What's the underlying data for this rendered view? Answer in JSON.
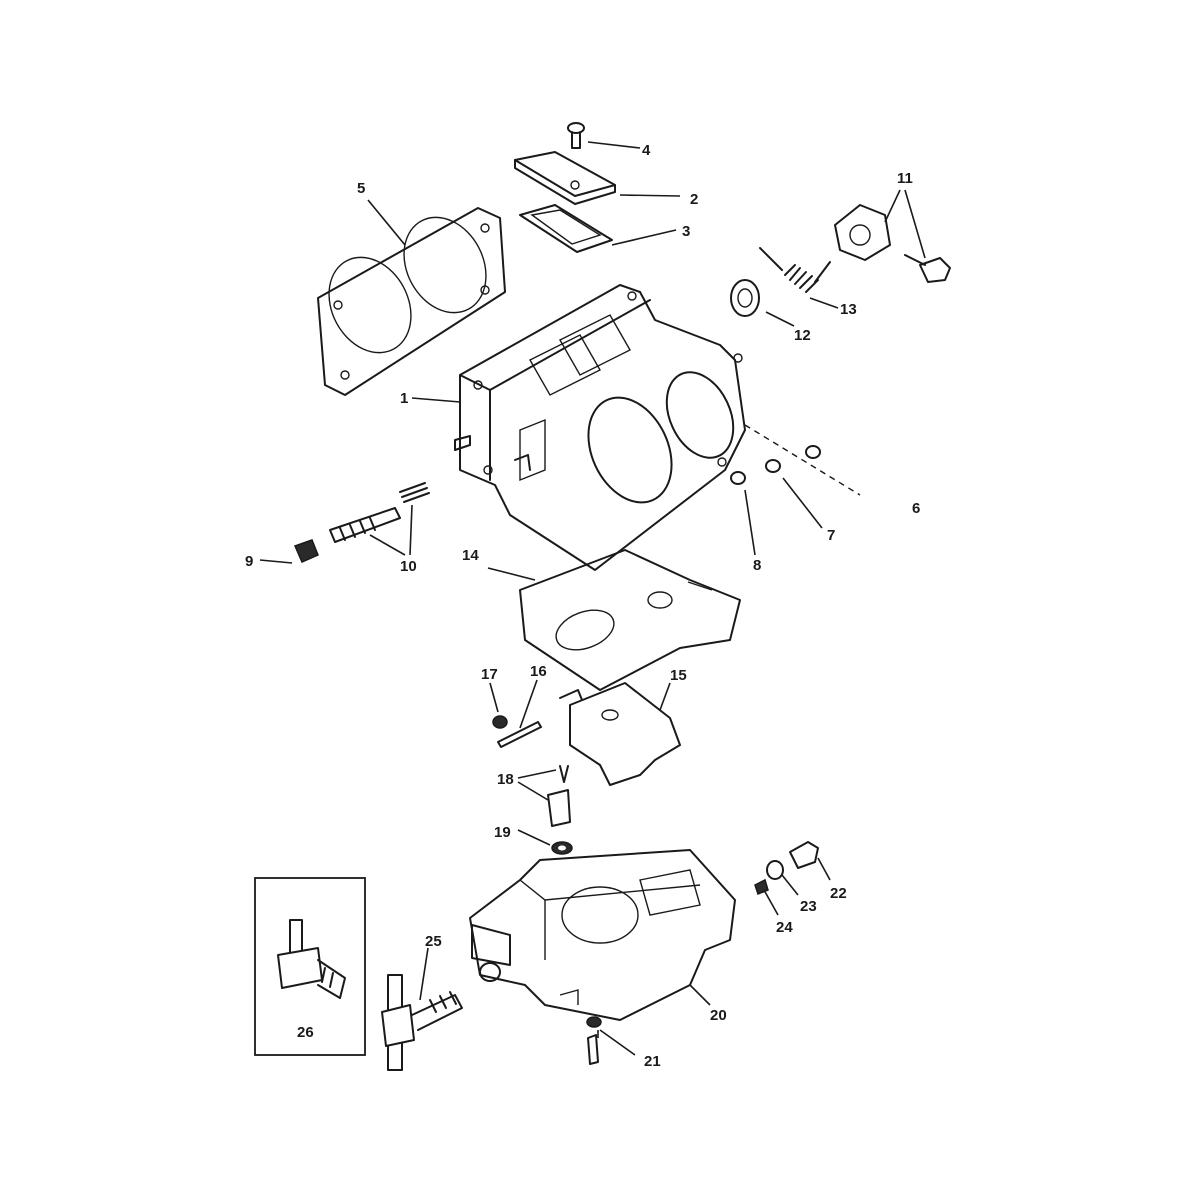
{
  "callouts": [
    {
      "id": "1",
      "text": "1"
    },
    {
      "id": "2",
      "text": "2"
    },
    {
      "id": "3",
      "text": "3"
    },
    {
      "id": "4",
      "text": "4"
    },
    {
      "id": "5",
      "text": "5"
    },
    {
      "id": "6",
      "text": "6"
    },
    {
      "id": "7",
      "text": "7"
    },
    {
      "id": "8",
      "text": "8"
    },
    {
      "id": "9",
      "text": "9"
    },
    {
      "id": "10",
      "text": "10"
    },
    {
      "id": "11",
      "text": "11"
    },
    {
      "id": "12",
      "text": "12"
    },
    {
      "id": "13",
      "text": "13"
    },
    {
      "id": "14",
      "text": "14"
    },
    {
      "id": "15",
      "text": "15"
    },
    {
      "id": "16",
      "text": "16"
    },
    {
      "id": "17",
      "text": "17"
    },
    {
      "id": "18",
      "text": "18"
    },
    {
      "id": "19",
      "text": "19"
    },
    {
      "id": "20",
      "text": "20"
    },
    {
      "id": "21",
      "text": "21"
    },
    {
      "id": "22",
      "text": "22"
    },
    {
      "id": "23",
      "text": "23"
    },
    {
      "id": "24",
      "text": "24"
    },
    {
      "id": "25",
      "text": "25"
    },
    {
      "id": "26",
      "text": "26"
    }
  ],
  "colors": {
    "line": "#1a1a1a",
    "background": "#ffffff"
  }
}
